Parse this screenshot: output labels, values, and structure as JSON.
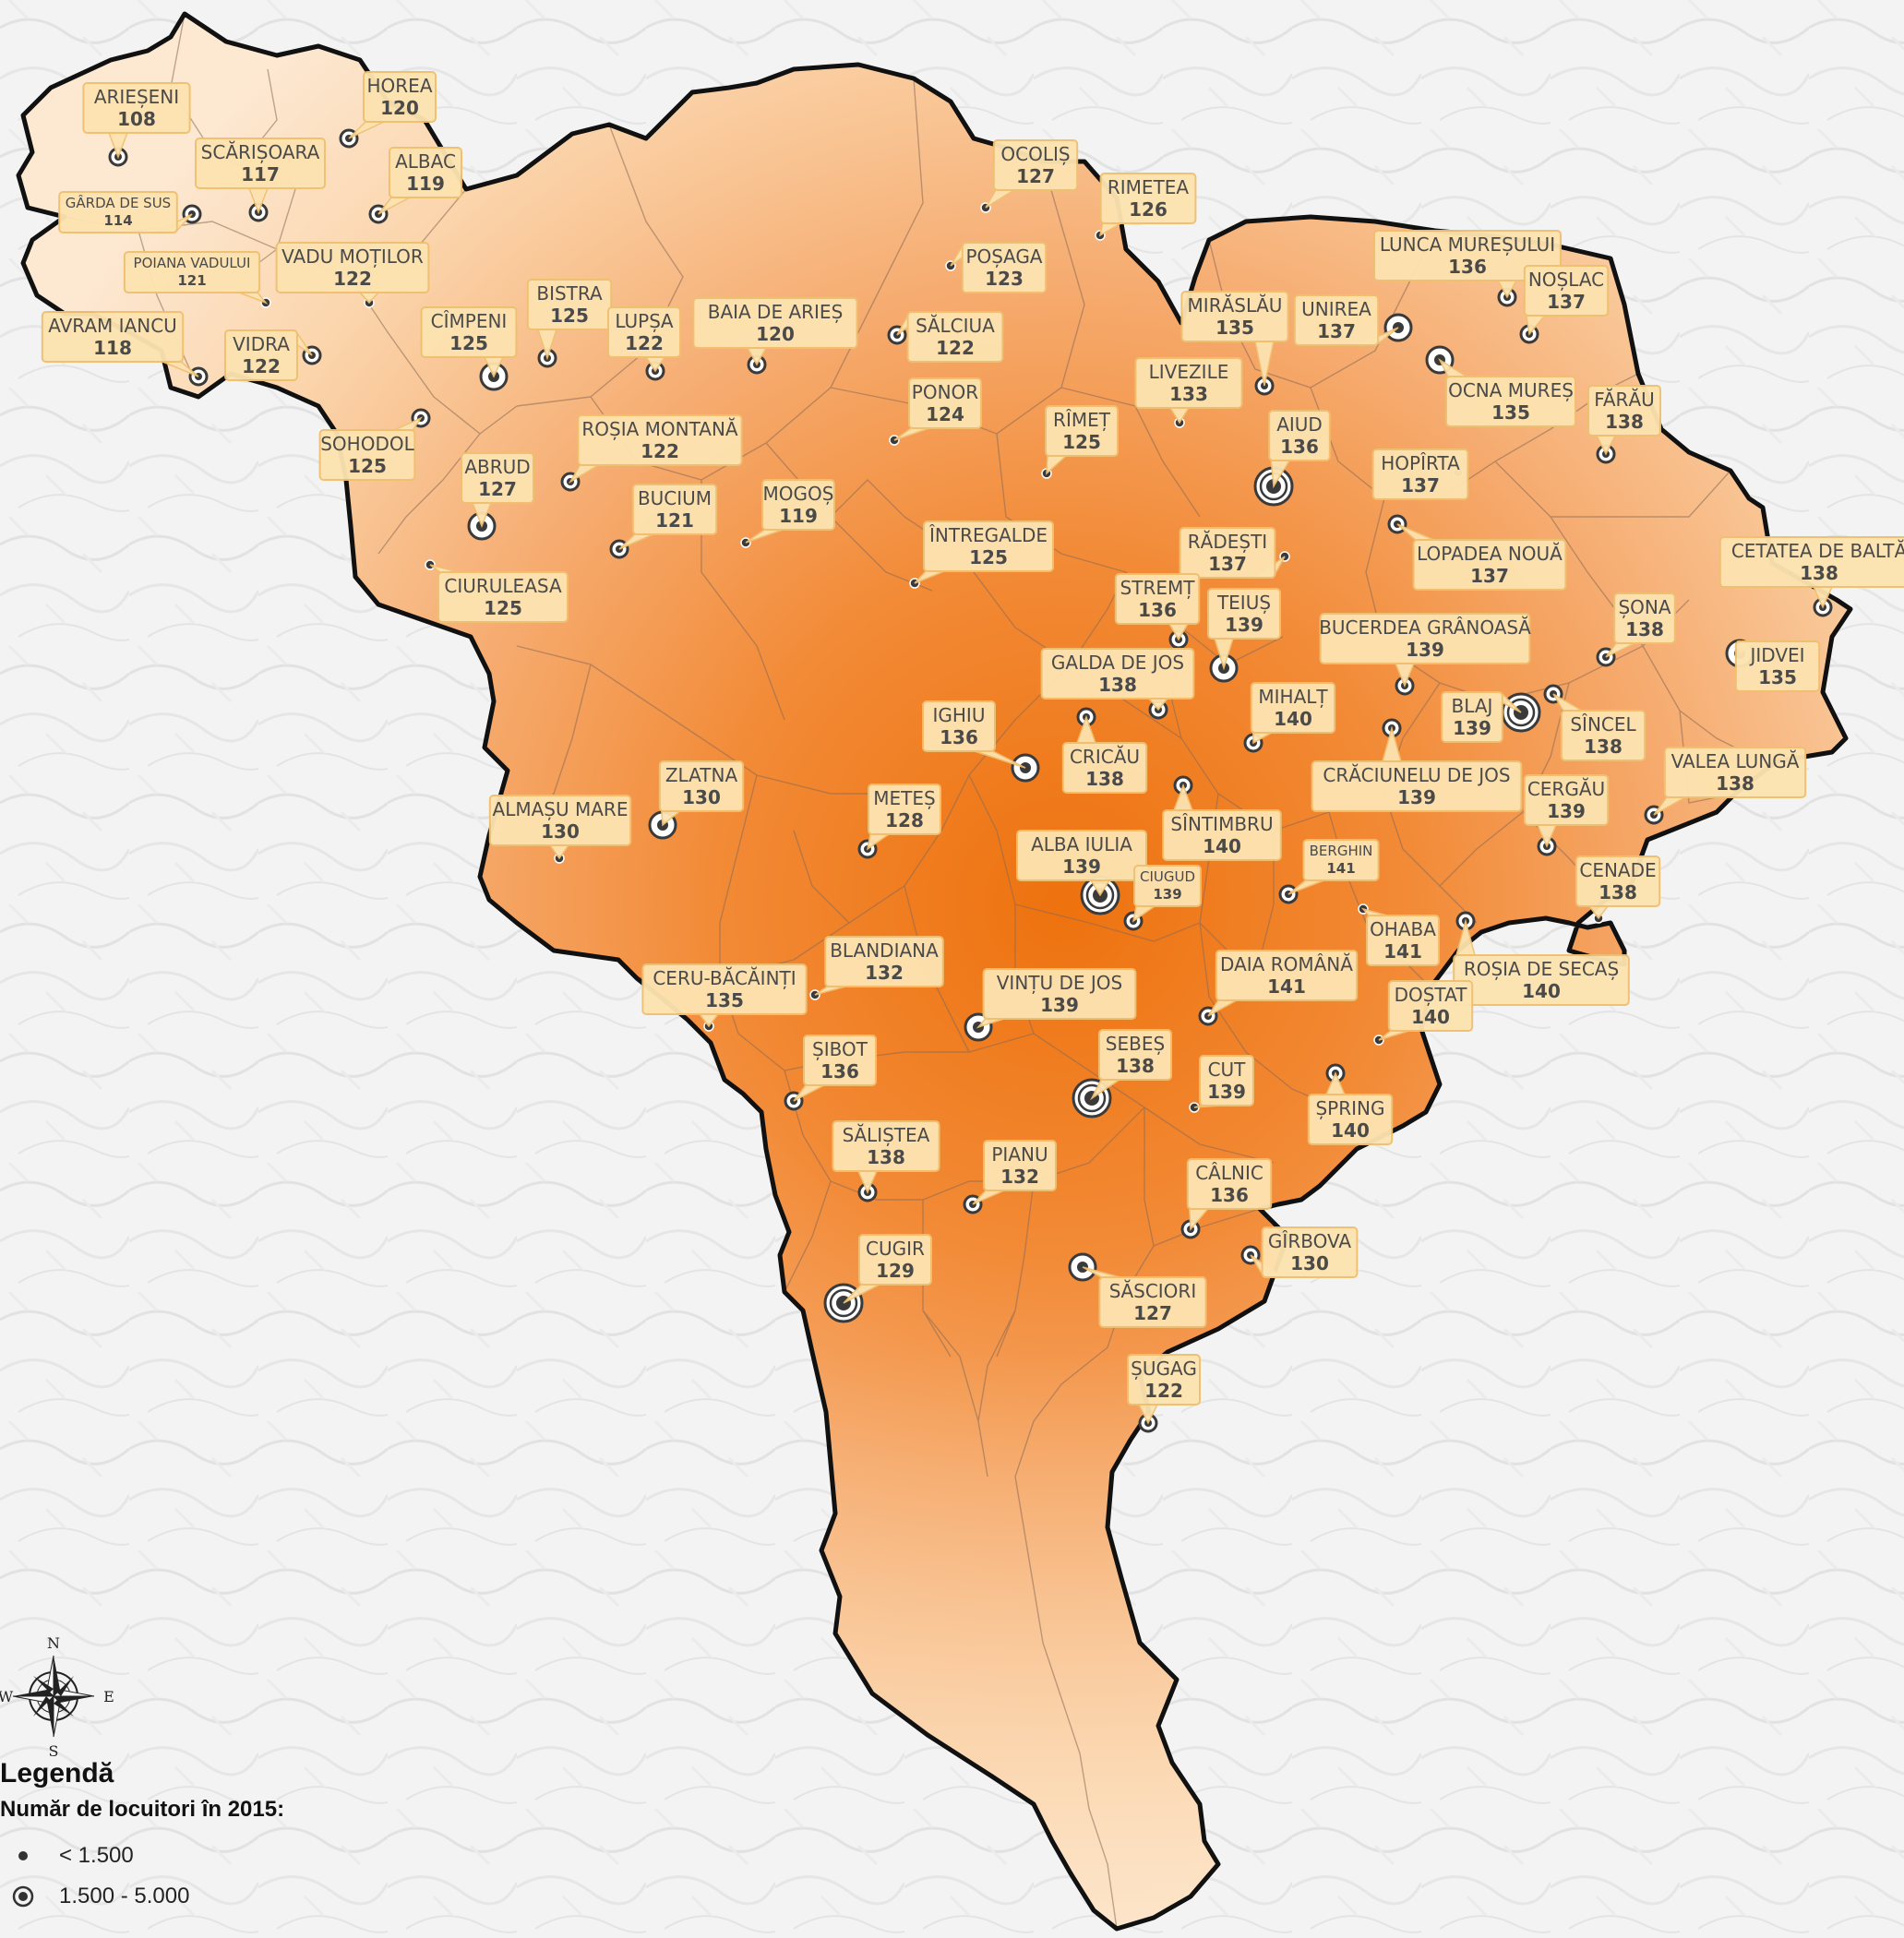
{
  "legend": {
    "title": "Legendă",
    "subtitle": "Număr de locuitori în 2015:",
    "items": [
      {
        "label": "< 1.500",
        "symbol": "small-dot"
      },
      {
        "label": "1.500 - 5.000",
        "symbol": "ringed-dot"
      }
    ]
  },
  "compass": {
    "n": "N",
    "s": "S",
    "e": "E",
    "w": "W"
  },
  "colors": {
    "fill_high": "#f07a1a",
    "fill_low": "#fde6c8",
    "label_bg": "#fde3b0",
    "border": "#111111",
    "background": "#f2f2f2"
  },
  "localities": [
    {
      "name": "ARIEȘENI",
      "value": "108",
      "size": 2
    },
    {
      "name": "HOREA",
      "value": "120",
      "size": 2
    },
    {
      "name": "SCĂRIȘOARA",
      "value": "117",
      "size": 2
    },
    {
      "name": "ALBAC",
      "value": "119",
      "size": 2
    },
    {
      "name": "GÂRDA DE SUS",
      "value": "114",
      "size": 2
    },
    {
      "name": "POIANA VADULUI",
      "value": "121",
      "size": 1
    },
    {
      "name": "VADU MOȚILOR",
      "value": "122",
      "size": 1
    },
    {
      "name": "AVRAM IANCU",
      "value": "118",
      "size": 2
    },
    {
      "name": "VIDRA",
      "value": "122",
      "size": 2
    },
    {
      "name": "CÎMPENI",
      "value": "125",
      "size": 3
    },
    {
      "name": "BISTRA",
      "value": "125",
      "size": 2
    },
    {
      "name": "LUPȘA",
      "value": "122",
      "size": 2
    },
    {
      "name": "BAIA DE ARIEȘ",
      "value": "120",
      "size": 2
    },
    {
      "name": "SĂLCIUA",
      "value": "122",
      "size": 2
    },
    {
      "name": "OCOLIȘ",
      "value": "127",
      "size": 1
    },
    {
      "name": "RIMETEA",
      "value": "126",
      "size": 1
    },
    {
      "name": "POȘAGA",
      "value": "123",
      "size": 1
    },
    {
      "name": "LUNCA MUREȘULUI",
      "value": "136",
      "size": 2
    },
    {
      "name": "NOȘLAC",
      "value": "137",
      "size": 2
    },
    {
      "name": "MIRĂSLĂU",
      "value": "135",
      "size": 2
    },
    {
      "name": "UNIREA",
      "value": "137",
      "size": 3
    },
    {
      "name": "OCNA MUREȘ",
      "value": "135",
      "size": 3
    },
    {
      "name": "FĂRĂU",
      "value": "138",
      "size": 2
    },
    {
      "name": "LIVEZILE",
      "value": "133",
      "size": 1
    },
    {
      "name": "AIUD",
      "value": "136",
      "size": 4
    },
    {
      "name": "HOPÎRTA",
      "value": "137",
      "size": 1
    },
    {
      "name": "SOHODOL",
      "value": "125",
      "size": 2
    },
    {
      "name": "ROȘIA MONTANĂ",
      "value": "122",
      "size": 2
    },
    {
      "name": "ABRUD",
      "value": "127",
      "size": 3
    },
    {
      "name": "BUCIUM",
      "value": "121",
      "size": 2
    },
    {
      "name": "MOGOȘ",
      "value": "119",
      "size": 1
    },
    {
      "name": "PONOR",
      "value": "124",
      "size": 1
    },
    {
      "name": "RÎMEȚ",
      "value": "125",
      "size": 1
    },
    {
      "name": "ÎNTREGALDE",
      "value": "125",
      "size": 1
    },
    {
      "name": "RĂDEȘTI",
      "value": "137",
      "size": 1
    },
    {
      "name": "LOPADEA NOUĂ",
      "value": "137",
      "size": 2
    },
    {
      "name": "CETATEA DE BALTĂ",
      "value": "138",
      "size": 2
    },
    {
      "name": "CIURULEASA",
      "value": "125",
      "size": 1
    },
    {
      "name": "STREMȚ",
      "value": "136",
      "size": 2
    },
    {
      "name": "TEIUȘ",
      "value": "139",
      "size": 3
    },
    {
      "name": "BUCERDEA GRÂNOASĂ",
      "value": "139",
      "size": 2
    },
    {
      "name": "ȘONA",
      "value": "138",
      "size": 2
    },
    {
      "name": "JIDVEI",
      "value": "135",
      "size": 3
    },
    {
      "name": "GALDA DE JOS",
      "value": "138",
      "size": 2
    },
    {
      "name": "MIHALȚ",
      "value": "140",
      "size": 2
    },
    {
      "name": "BLAJ",
      "value": "139",
      "size": 4
    },
    {
      "name": "SÎNCEL",
      "value": "138",
      "size": 2
    },
    {
      "name": "IGHIU",
      "value": "136",
      "size": 3
    },
    {
      "name": "CRICĂU",
      "value": "138",
      "size": 2
    },
    {
      "name": "CRĂCIUNELU DE JOS",
      "value": "139",
      "size": 2
    },
    {
      "name": "CERGĂU",
      "value": "139",
      "size": 2
    },
    {
      "name": "VALEA LUNGĂ",
      "value": "138",
      "size": 2
    },
    {
      "name": "ZLATNA",
      "value": "130",
      "size": 3
    },
    {
      "name": "ALMAȘU MARE",
      "value": "130",
      "size": 1
    },
    {
      "name": "METEȘ",
      "value": "128",
      "size": 2
    },
    {
      "name": "SÎNTIMBRU",
      "value": "140",
      "size": 2
    },
    {
      "name": "ALBA IULIA",
      "value": "139",
      "size": 4
    },
    {
      "name": "BERGHIN",
      "value": "141",
      "size": 2
    },
    {
      "name": "CIUGUD",
      "value": "139",
      "size": 2
    },
    {
      "name": "OHABA",
      "value": "141",
      "size": 1
    },
    {
      "name": "CENADE",
      "value": "138",
      "size": 1
    },
    {
      "name": "BLANDIANA",
      "value": "132",
      "size": 1
    },
    {
      "name": "CERU-BĂCĂINȚI",
      "value": "135",
      "size": 1
    },
    {
      "name": "VINȚU DE JOS",
      "value": "139",
      "size": 3
    },
    {
      "name": "DAIA ROMÂNĂ",
      "value": "141",
      "size": 2
    },
    {
      "name": "ROȘIA DE SECAȘ",
      "value": "140",
      "size": 2
    },
    {
      "name": "DOȘTAT",
      "value": "140",
      "size": 1
    },
    {
      "name": "ȘIBOT",
      "value": "136",
      "size": 2
    },
    {
      "name": "SEBEȘ",
      "value": "138",
      "size": 4
    },
    {
      "name": "CUT",
      "value": "139",
      "size": 1
    },
    {
      "name": "ȘPRING",
      "value": "140",
      "size": 2
    },
    {
      "name": "SĂLIȘTEA",
      "value": "138",
      "size": 2
    },
    {
      "name": "PIANU",
      "value": "132",
      "size": 2
    },
    {
      "name": "CÂLNIC",
      "value": "136",
      "size": 2
    },
    {
      "name": "CUGIR",
      "value": "129",
      "size": 4
    },
    {
      "name": "GÎRBOVA",
      "value": "130",
      "size": 2
    },
    {
      "name": "SĂSCIORI",
      "value": "127",
      "size": 3
    },
    {
      "name": "ȘUGAG",
      "value": "122",
      "size": 2
    }
  ]
}
